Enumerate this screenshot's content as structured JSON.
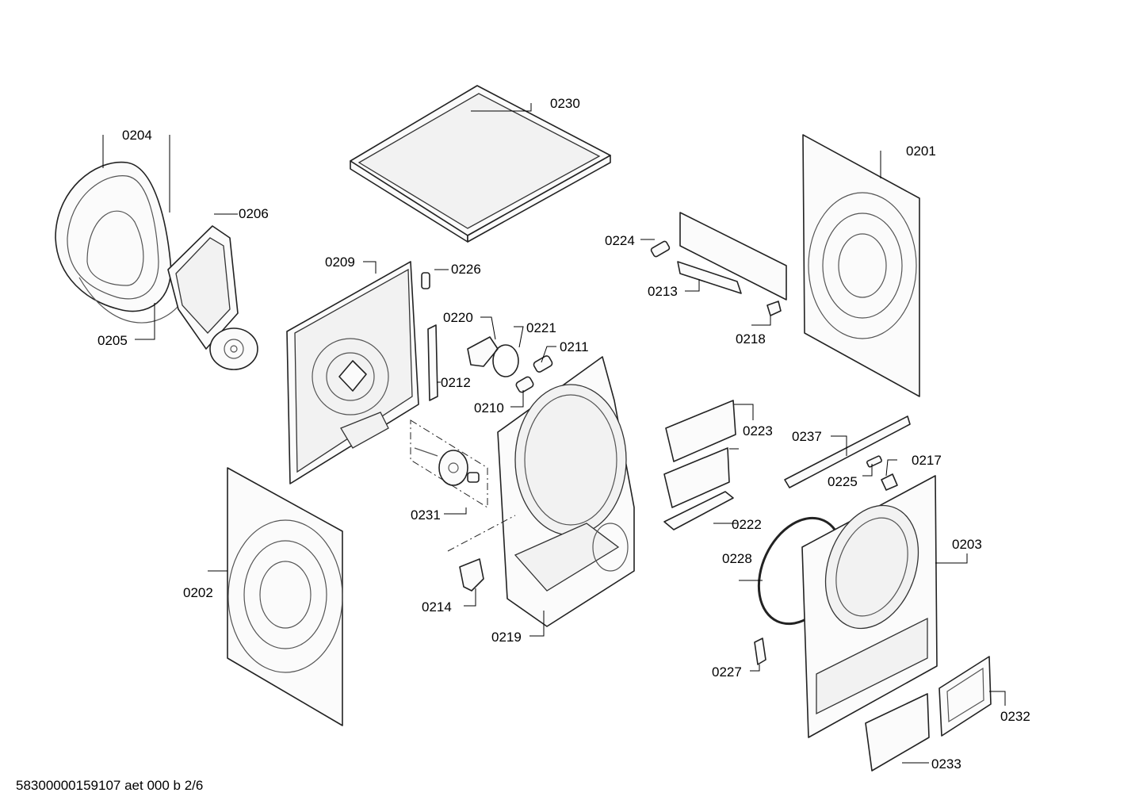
{
  "footer": {
    "document_ref": "58300000159107 aet 000 b 2/6"
  },
  "part_labels": {
    "p0230": "0230",
    "p0204": "0204",
    "p0206": "0206",
    "p0205": "0205",
    "p0209": "0209",
    "p0226": "0226",
    "p0220": "0220",
    "p0221": "0221",
    "p0211": "0211",
    "p0212": "0212",
    "p0210": "0210",
    "p0231": "0231",
    "p0214": "0214",
    "p0219": "0219",
    "p0202": "0202",
    "p0224": "0224",
    "p0213": "0213",
    "p0218": "0218",
    "p0201": "0201",
    "p0223": "0223",
    "p0237": "0237",
    "p0225": "0225",
    "p0217": "0217",
    "p0222": "0222",
    "p0228": "0228",
    "p0203": "0203",
    "p0227": "0227",
    "p0232": "0232",
    "p0233": "0233"
  }
}
